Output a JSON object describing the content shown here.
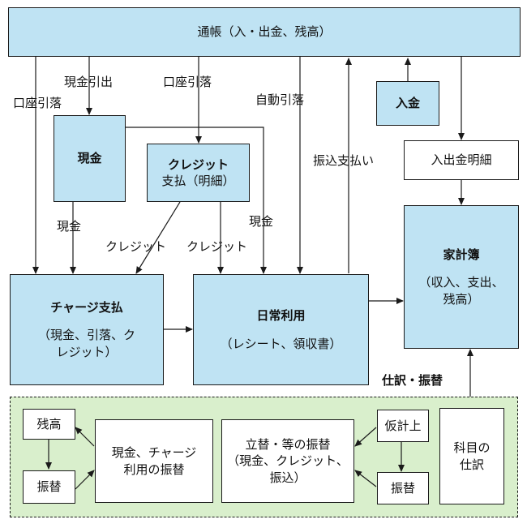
{
  "nodes": {
    "passbook": "通帳（入・出金、残高）",
    "deposit": "入金",
    "cash": "現金",
    "credit_title": "クレジット",
    "credit_sub": "支払（明細）",
    "statement": "入出金明細",
    "charge_title": "チャージ支払",
    "charge_sub1": "（現金、引落、ク",
    "charge_sub2": "レジット）",
    "daily_title": "日常利用",
    "daily_sub": "（レシート、領収書）",
    "ledger_title": "家計簿",
    "ledger_sub1": "（収入、支出、",
    "ledger_sub2": "残高）",
    "balance": "残高",
    "transfer_left": "振替",
    "cash_charge_1": "現金、チャージ",
    "cash_charge_2": "利用の振替",
    "advance_1": "立替・等の振替",
    "advance_2": "（現金、クレジット、",
    "advance_3": "振込）",
    "suspense": "仮計上",
    "transfer_right": "振替",
    "account_1": "科目の",
    "account_2": "仕訳"
  },
  "labels": {
    "account_debit_left": "口座引落",
    "cash_withdraw": "現金引出",
    "account_debit_mid": "口座引落",
    "auto_debit": "自動引落",
    "transfer_payment": "振込支払い",
    "cash_to_charge": "現金",
    "credit_to_charge": "クレジット",
    "credit_to_daily": "クレジット",
    "cash_to_daily": "現金",
    "journal_transfer": "仕訳・振替"
  },
  "colors": {
    "box_fill": "#bfe3f3",
    "group_fill": "#d9efcc",
    "line": "#1a1a1a"
  }
}
